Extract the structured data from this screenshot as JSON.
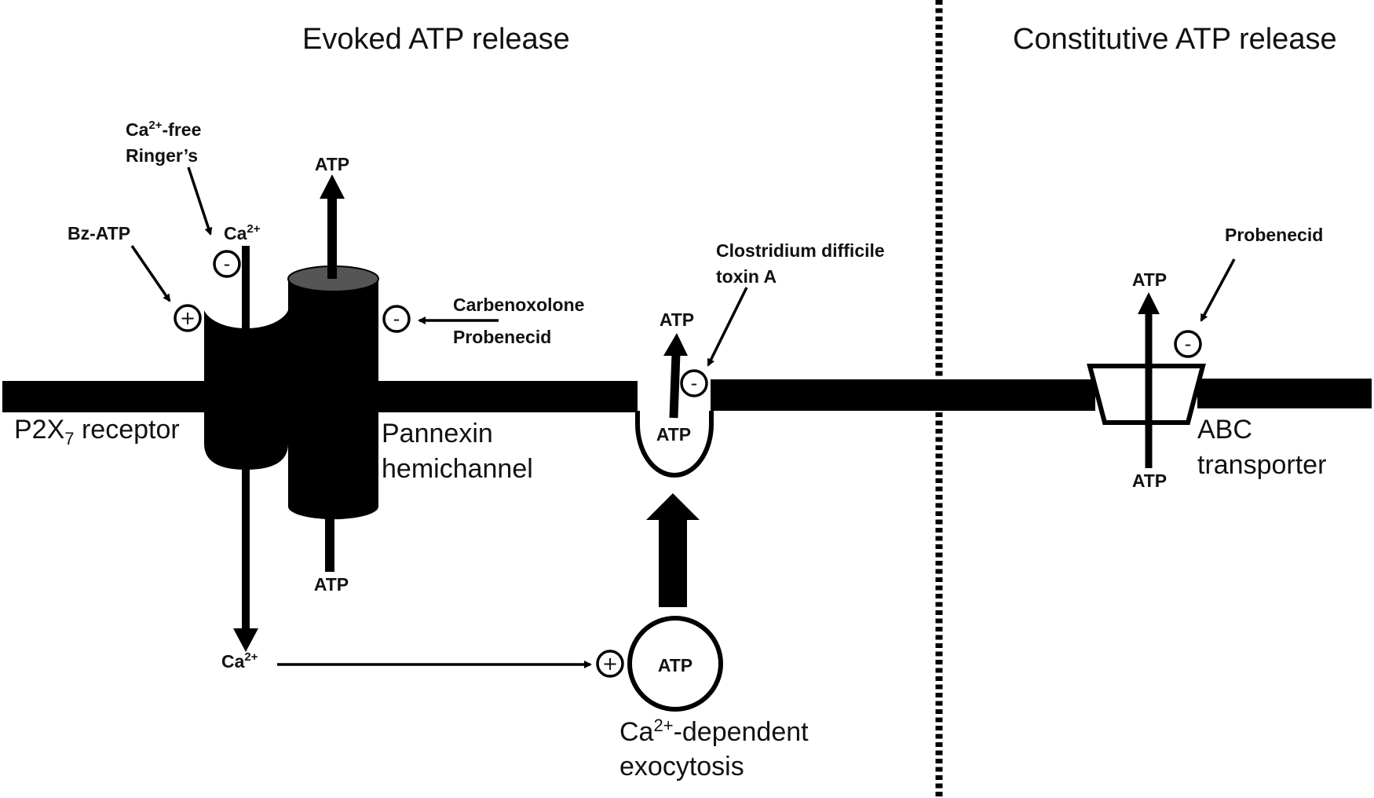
{
  "sections": {
    "left_title": "Evoked ATP release",
    "right_title": "Constitutive ATP release"
  },
  "structures": {
    "p2x7": {
      "label_prefix": "P2X",
      "label_sub": "7",
      "label_suffix": " receptor"
    },
    "pannexin": {
      "line1": "Pannexin",
      "line2": "hemichannel"
    },
    "exocytosis": {
      "ca": "Ca",
      "ca_sup": "2+",
      "line1_rest": "-dependent",
      "line2": "exocytosis"
    },
    "abc": {
      "line1": "ABC",
      "line2": "transporter"
    }
  },
  "agents": {
    "ca_free": {
      "ca": "Ca",
      "sup": "2+",
      "rest": "-free",
      "line2": "Ringer’s"
    },
    "bz_atp": "Bz-ATP",
    "carbenoxolone": "Carbenoxolone",
    "probenecid_pannexin": "Probenecid",
    "toxin": {
      "line1": "Clostridium difficile",
      "line2": "toxin A"
    },
    "probenecid_abc": "Probenecid"
  },
  "molecules": {
    "atp": "ATP",
    "ca": "Ca",
    "ca_sup": "2+"
  },
  "signs": {
    "plus": "+",
    "minus": "-"
  },
  "colors": {
    "ink": "#000000",
    "cap_gray": "#555555",
    "background": "#ffffff"
  }
}
